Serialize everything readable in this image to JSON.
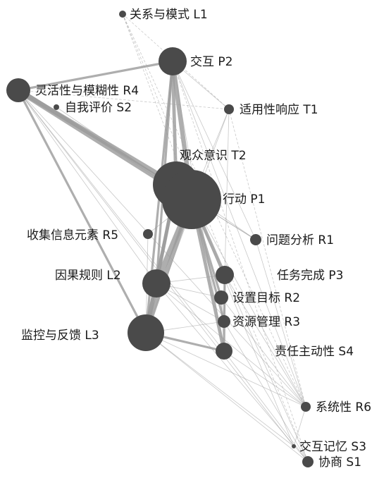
{
  "nodes": [
    {
      "id": "L1",
      "label": "关系与模式 L1"
    },
    {
      "id": "P2",
      "label": "交互 P2"
    },
    {
      "id": "R4",
      "label": "灵活性与模糊性 R4"
    },
    {
      "id": "S2",
      "label": "自我评价 S2"
    },
    {
      "id": "T1",
      "label": "适用性响应 T1"
    },
    {
      "id": "T2",
      "label": "观众意识 T2"
    },
    {
      "id": "P1",
      "label": "行动 P1"
    },
    {
      "id": "R1",
      "label": "问题分析 R1"
    },
    {
      "id": "R5",
      "label": "收集信息元素 R5"
    },
    {
      "id": "L2",
      "label": "因果规则 L2"
    },
    {
      "id": "P3",
      "label": "任务完成 P3"
    },
    {
      "id": "R2",
      "label": "设置目标 R2"
    },
    {
      "id": "R3",
      "label": "资源管理 R3"
    },
    {
      "id": "L3",
      "label": "监控与反馈 L3"
    },
    {
      "id": "S4",
      "label": "责任主动性 S4"
    },
    {
      "id": "R6",
      "label": "系统性 R6"
    },
    {
      "id": "S3",
      "label": "交互记忆 S3"
    },
    {
      "id": "S1",
      "label": "协商 S1"
    }
  ]
}
